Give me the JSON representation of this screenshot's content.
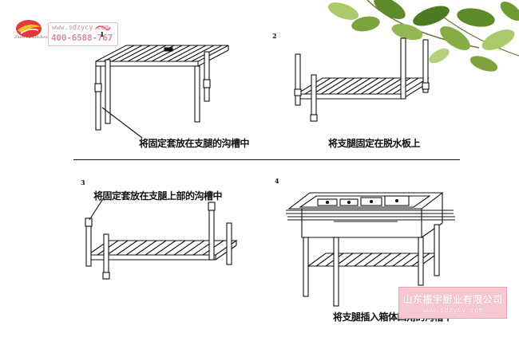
{
  "logo": {
    "url": "www.sdzycy.com",
    "phone": "400-6588-767",
    "brand": "Zhen Yu Kitchen"
  },
  "steps": [
    {
      "num": "1",
      "caption": "将固定套放在支腿的沟槽中"
    },
    {
      "num": "2",
      "caption": "将支腿固定在脱水板上"
    },
    {
      "num": "3",
      "caption": "将固定套放在支腿上部的沟槽中"
    },
    {
      "num": "4",
      "caption": "将支腿插入箱体四角的沟槽中"
    }
  ],
  "watermark": {
    "company": "山东振宇厨业有限公司",
    "url": "www.sdzycy.com"
  },
  "colors": {
    "leaf_dark": "#5e8a2a",
    "leaf_light": "#a9c96a",
    "watermark_bg": "#f7c9d3",
    "logo_red": "#e23a3a",
    "logo_yellow": "#f2c12e"
  }
}
